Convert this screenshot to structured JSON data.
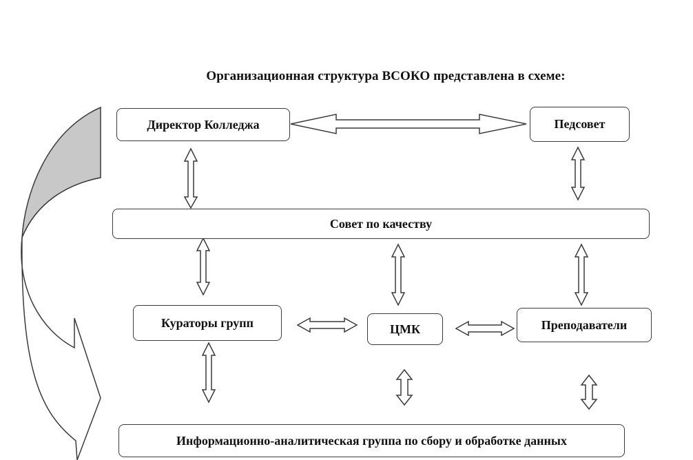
{
  "title": "Организационная структура ВСОКО представлена в схеме:",
  "nodes": {
    "director": "Директор Колледжа",
    "pedsovet": "Педсовет",
    "council": "Совет по качеству",
    "curators": "Кураторы групп",
    "cmk": "ЦМК",
    "teachers": "Преподаватели",
    "info_group": "Информационно-аналитическая группа по сбору и обработке данных"
  },
  "edges": [
    {
      "from": "director",
      "to": "pedsovet",
      "type": "double-arrow"
    },
    {
      "from": "director",
      "to": "council",
      "type": "double-arrow"
    },
    {
      "from": "pedsovet",
      "to": "council",
      "type": "double-arrow"
    },
    {
      "from": "council",
      "to": "curators",
      "type": "double-arrow"
    },
    {
      "from": "council",
      "to": "cmk",
      "type": "double-arrow"
    },
    {
      "from": "council",
      "to": "teachers",
      "type": "double-arrow"
    },
    {
      "from": "curators",
      "to": "cmk",
      "type": "double-arrow"
    },
    {
      "from": "cmk",
      "to": "teachers",
      "type": "double-arrow"
    },
    {
      "from": "curators",
      "to": "info_group",
      "type": "double-arrow"
    },
    {
      "from": "cmk",
      "to": "info_group",
      "type": "double-arrow"
    },
    {
      "from": "teachers",
      "to": "info_group",
      "type": "double-arrow"
    }
  ],
  "colors": {
    "stroke": "#3a3a3a",
    "curved_arrow_fill": "#c8c8c8"
  }
}
